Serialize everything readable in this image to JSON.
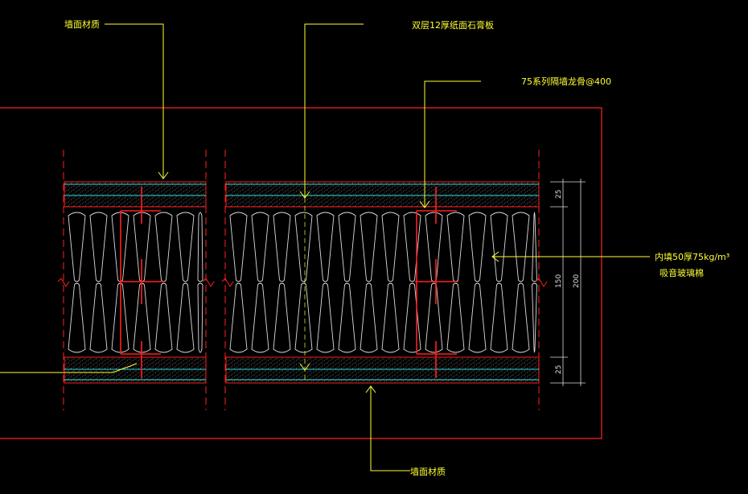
{
  "drawing": {
    "background": "#000000",
    "colors": {
      "red": "#ff2020",
      "yellow": "#ffff33",
      "cyan": "#35e0e0",
      "white": "#e8e8e8",
      "dim_white": "#c8c8c8"
    }
  },
  "labels": {
    "finish_top": "墙面材质",
    "double_board": "双层12厚纸面石膏板",
    "stud": "75系列隔墙龙骨@400",
    "insulation_line1": "内填50厚75kg/m³",
    "insulation_line2": "吸音玻璃棉",
    "finish_bottom": "墙面材质"
  },
  "dimensions": {
    "top_layer": "25",
    "core": "150",
    "total": "200",
    "bottom_layer": "25"
  }
}
